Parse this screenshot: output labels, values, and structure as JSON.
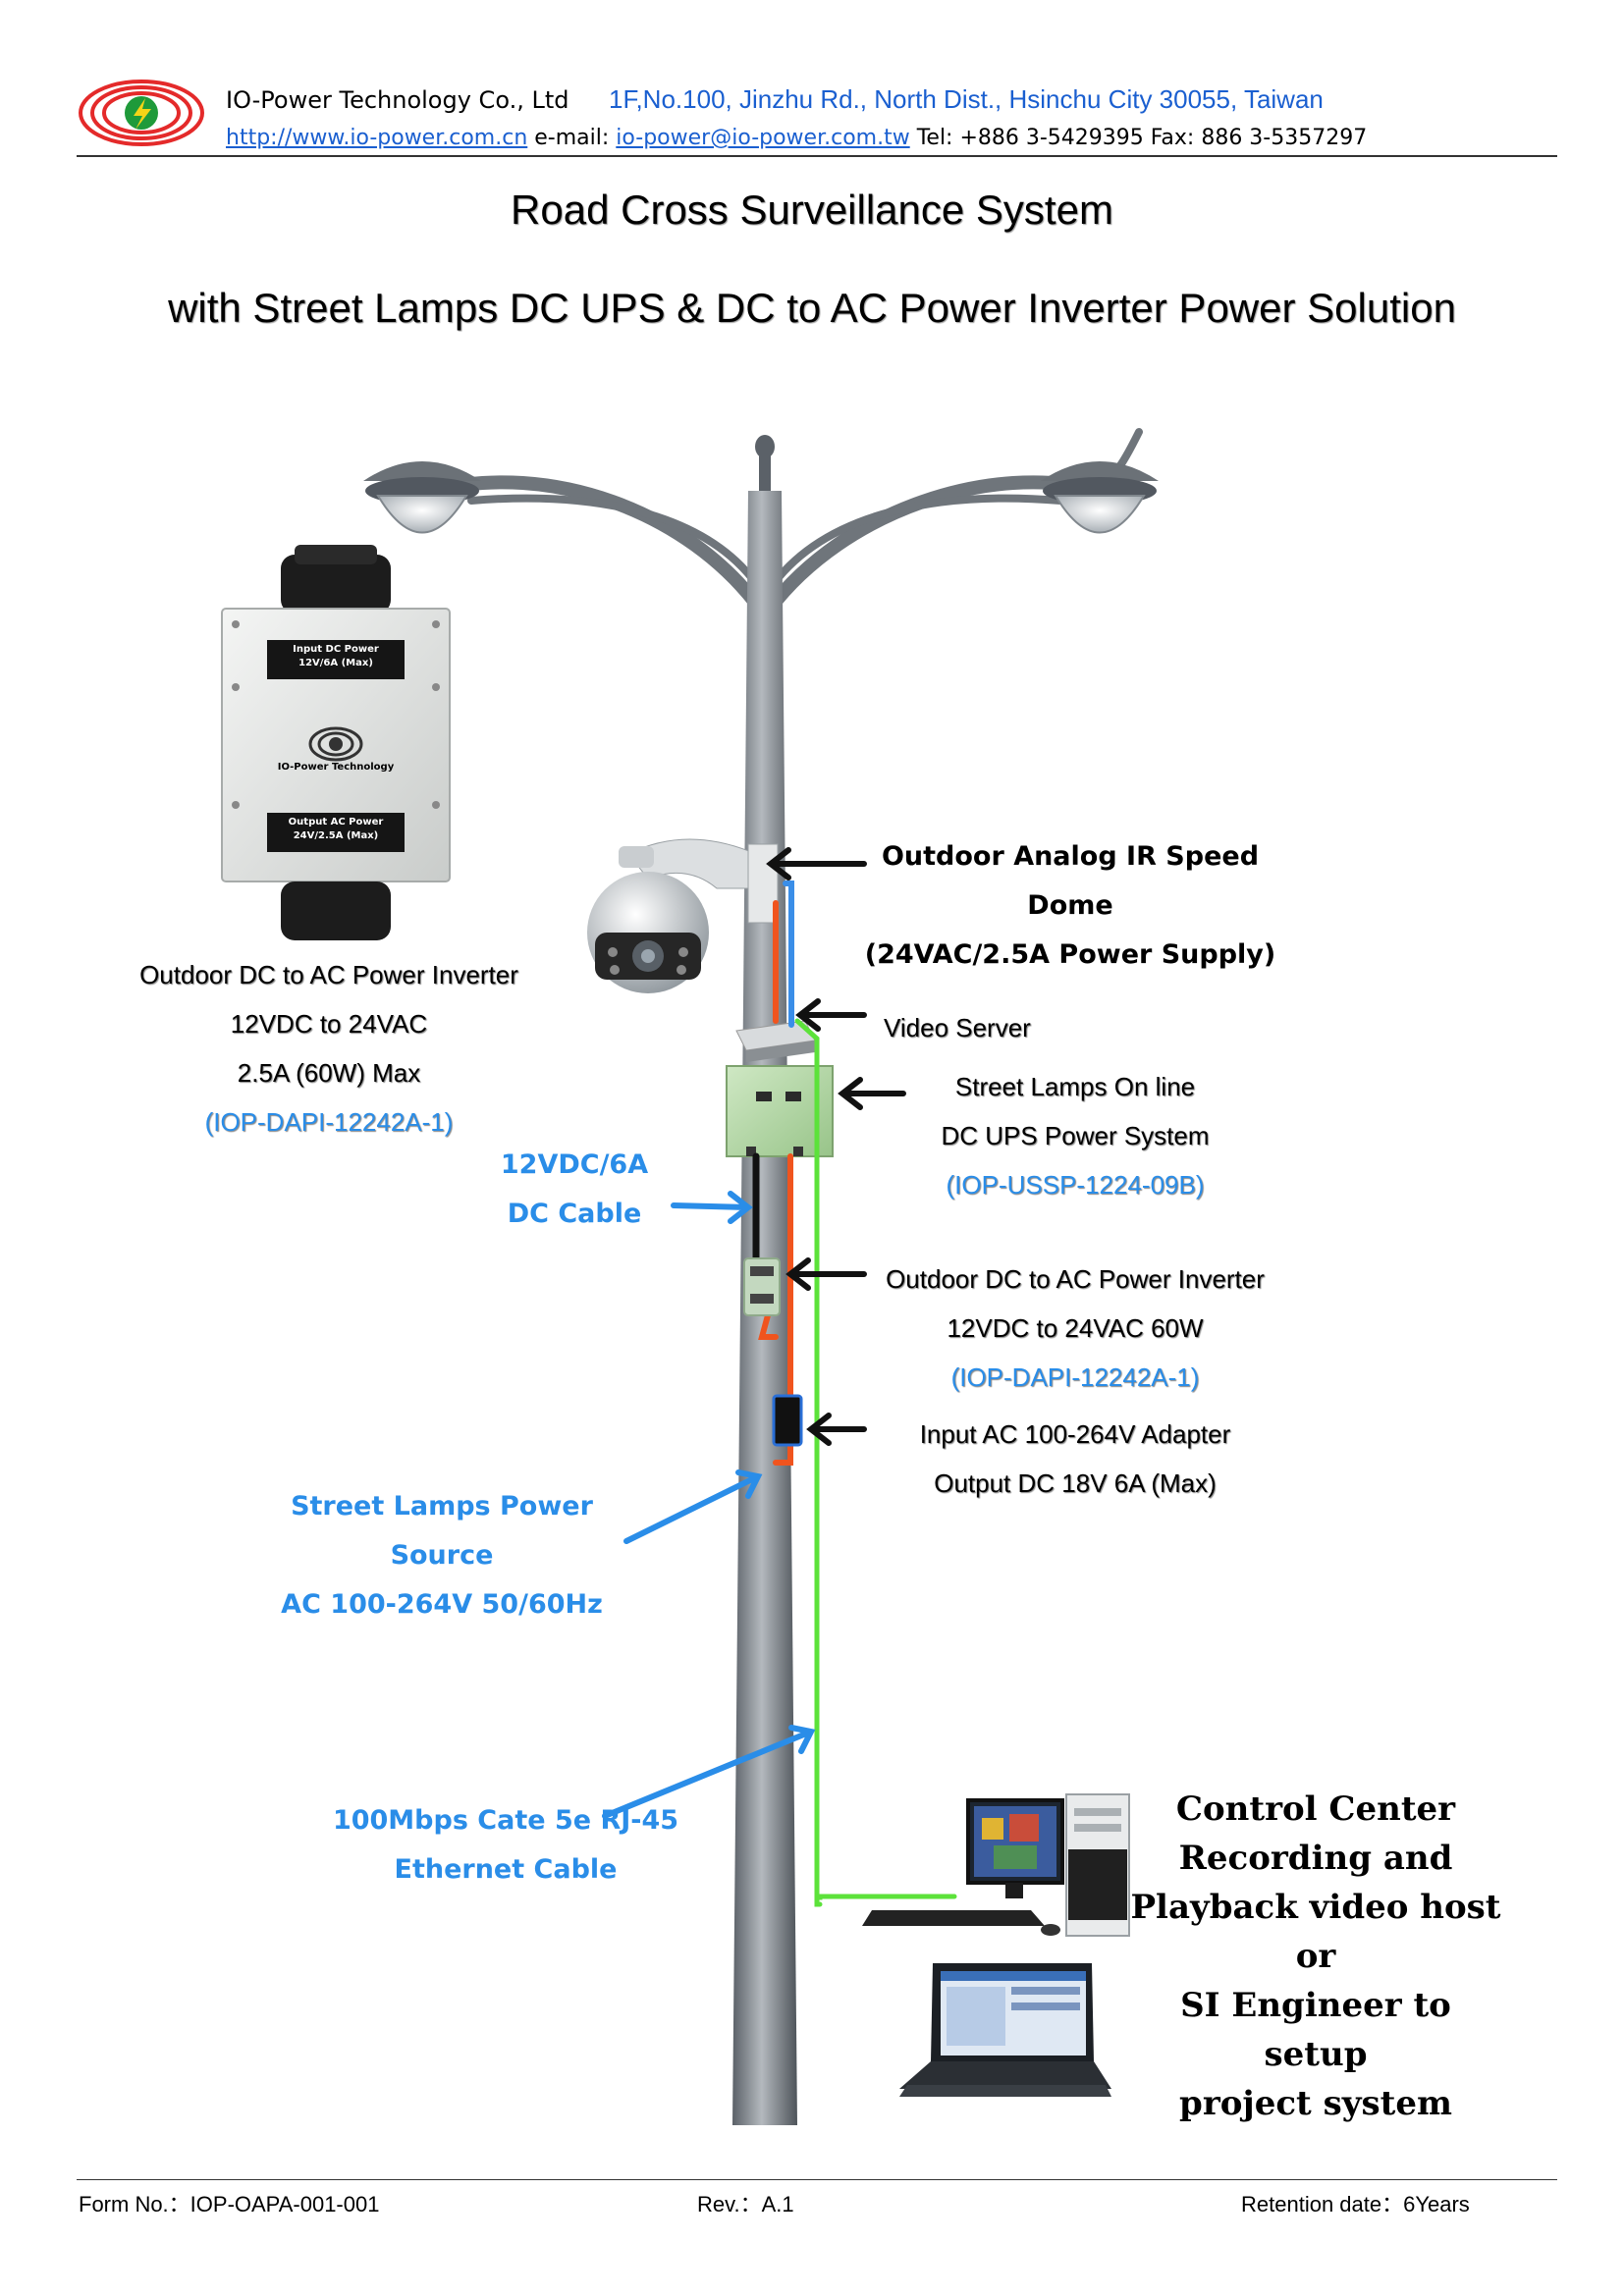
{
  "header": {
    "company": "IO-Power Technology Co., Ltd",
    "address": "1F,No.100, Jinzhu Rd., North Dist., Hsinchu City 30055, Taiwan",
    "website": "http://www.io-power.com.cn",
    "email_label": "e-mail:",
    "email": "io-power@io-power.com.tw",
    "phone_fax": "Tel: +886 3-5429395 Fax: 886 3-5357297"
  },
  "title": {
    "line1": "Road Cross Surveillance System",
    "line2": "with Street Lamps DC UPS & DC to AC Power Inverter Power Solution"
  },
  "device_box": {
    "input_label": [
      "Input DC Power",
      "12V/6A (Max)"
    ],
    "brand": "IO-Power Technology",
    "output_label": [
      "Output AC Power",
      "24V/2.5A (Max)"
    ]
  },
  "labels": {
    "inverter_left": [
      "Outdoor DC to AC Power Inverter",
      "12VDC to 24VAC",
      "2.5A (60W) Max",
      "(IOP-DAPI-12242A-1)"
    ],
    "dc_cable": [
      "12VDC/6A",
      "DC Cable"
    ],
    "speed_dome": [
      "Outdoor Analog IR Speed Dome",
      "(24VAC/2.5A Power Supply)"
    ],
    "video_server": "Video Server",
    "ups": [
      "Street Lamps On line",
      "DC UPS Power System",
      "(IOP-USSP-1224-09B)"
    ],
    "inverter_right": [
      "Outdoor DC to AC Power Inverter",
      "12VDC to 24VAC 60W",
      "(IOP-DAPI-12242A-1)"
    ],
    "adapter": [
      "Input AC 100-264V Adapter",
      "Output DC 18V 6A (Max)"
    ],
    "power_source": [
      "Street Lamps Power Source",
      "AC 100-264V 50/60Hz"
    ],
    "ethernet": [
      "100Mbps Cate 5e RJ-45",
      "Ethernet Cable"
    ],
    "control_center": [
      "Control Center",
      "Recording and",
      "Playback video host",
      "or",
      "SI Engineer to setup",
      "project system"
    ]
  },
  "footer": {
    "form_no": "Form No.：IOP-OAPA-001-001",
    "rev": "Rev.：A.1",
    "retention": "Retention date：6Years"
  },
  "colors": {
    "link_blue": "#1a5fd0",
    "label_blue": "#2a8de8",
    "wire_green": "#5ce23a",
    "wire_orange": "#f0541e",
    "wire_blue": "#3a8ee8",
    "pole_gray": "#8a9096"
  }
}
